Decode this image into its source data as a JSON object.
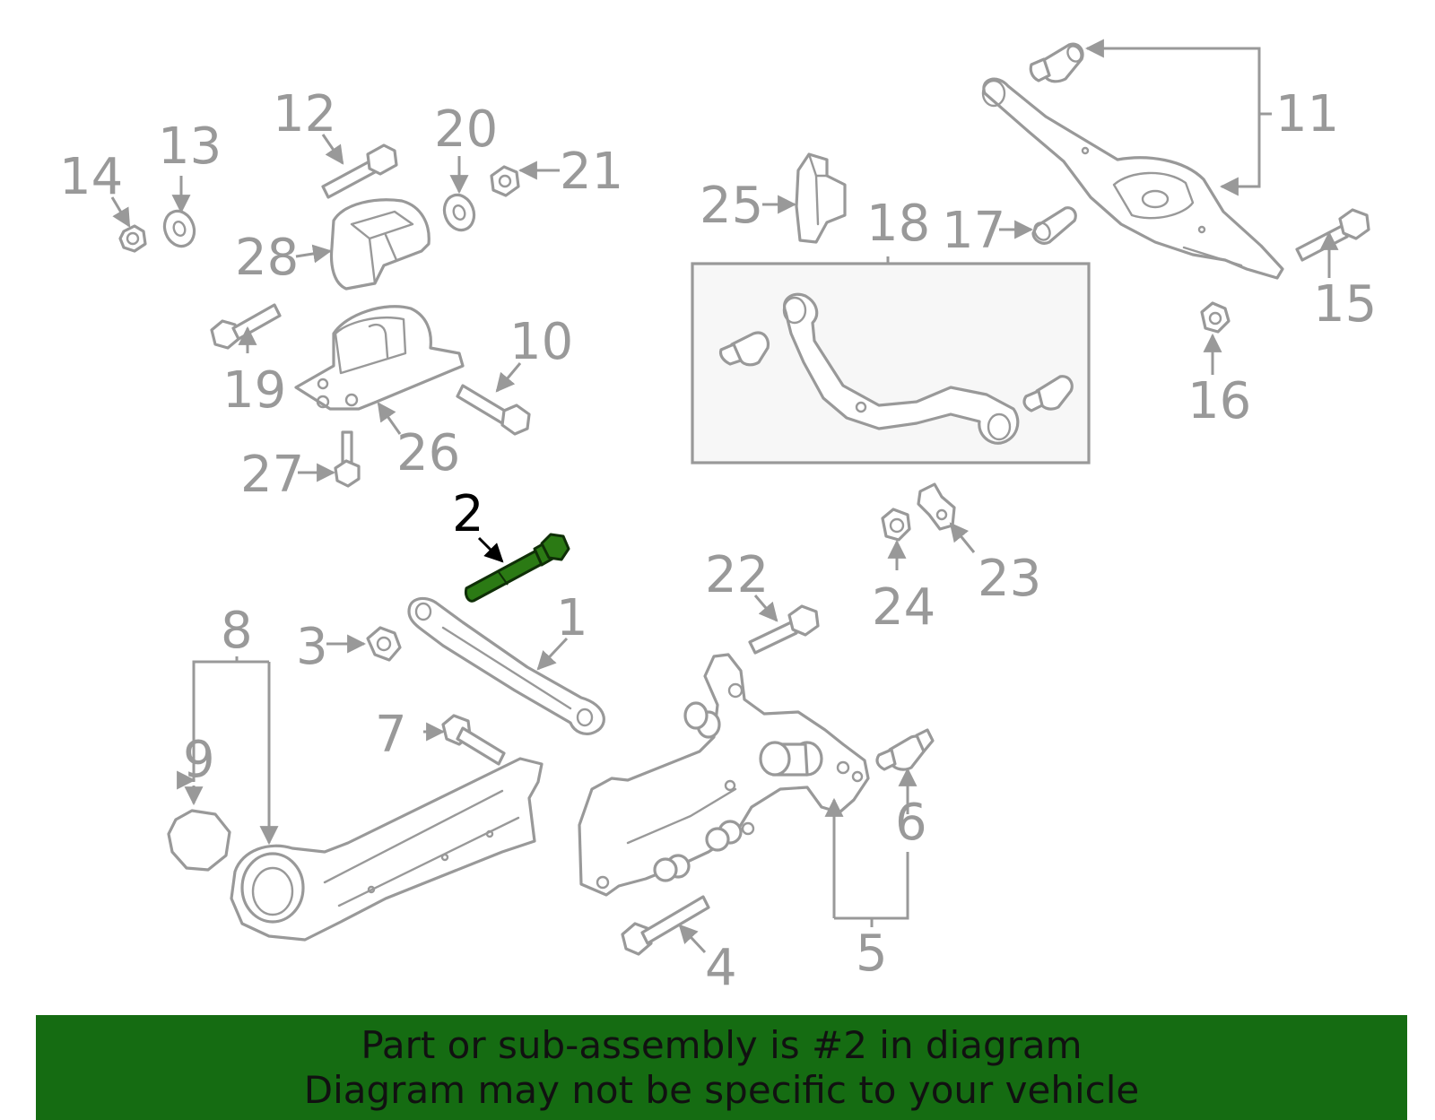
{
  "diagram": {
    "highlight_color": "#2b7a14",
    "part_color": "#999999",
    "labels": {
      "l1": "1",
      "l2": "2",
      "l3": "3",
      "l4": "4",
      "l5": "5",
      "l6": "6",
      "l7": "7",
      "l8": "8",
      "l9": "9",
      "l10": "10",
      "l11": "11",
      "l12": "12",
      "l13": "13",
      "l14": "14",
      "l15": "15",
      "l16": "16",
      "l17": "17",
      "l18": "18",
      "l19": "19",
      "l20": "20",
      "l21": "21",
      "l22": "22",
      "l23": "23",
      "l24": "24",
      "l25": "25",
      "l26": "26",
      "l27": "27",
      "l28": "28"
    },
    "highlighted_part": "2"
  },
  "banner": {
    "background": "#156c12",
    "line1": "Part or sub-assembly is #2 in diagram",
    "line2": "Diagram may not be specific to your vehicle"
  }
}
